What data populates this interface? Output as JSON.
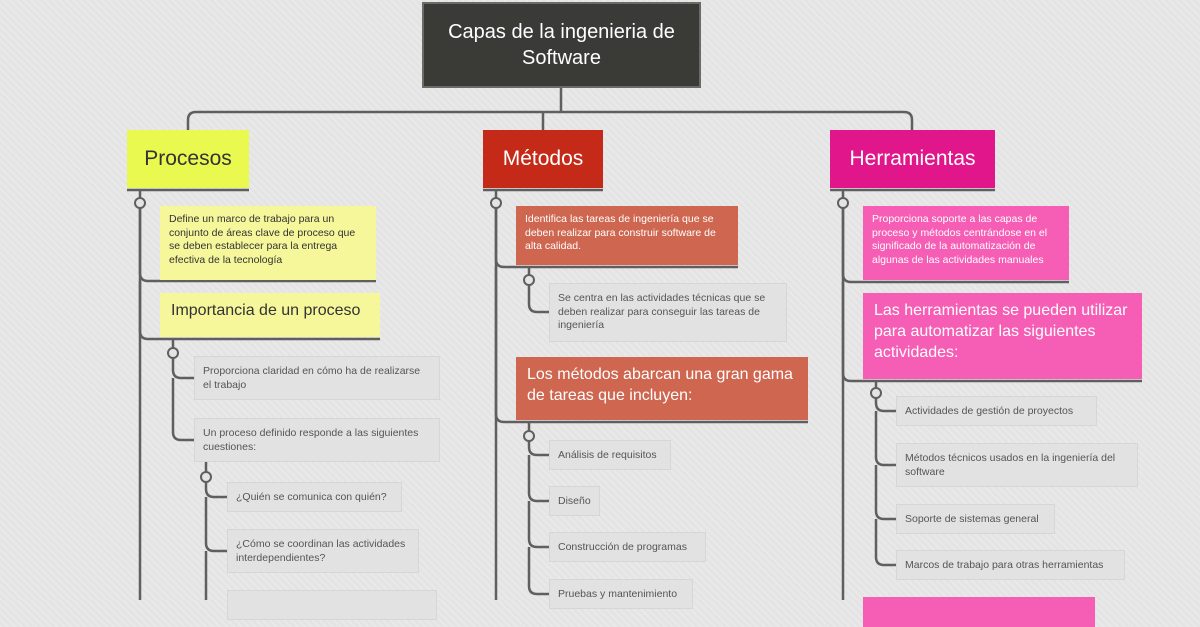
{
  "root": {
    "title": "Capas de la ingenieria de Software"
  },
  "colors": {
    "root": "#3a3a37",
    "procesos": "#e9f94f",
    "metodos": "#c42a17",
    "herramientas": "#e0168a",
    "yellow_note": "#f6f79b",
    "red_note": "#cf6650",
    "pink_note": "#f65db5"
  },
  "procesos": {
    "title": "Procesos",
    "definition": "Define un marco de trabajo para un conjunto de áreas clave de proceso que se deben establecer para la entrega efectiva de la tecnología",
    "importance": {
      "title": "Importancia de un proceso",
      "items": [
        "Proporciona claridad en cómo ha de realizarse el trabajo",
        "Un proceso definido responde a las siguientes cuestiones:"
      ],
      "questions": [
        "¿Quién se comunica con quién?",
        "¿Cómo se coordinan las actividades interdependientes?"
      ]
    }
  },
  "metodos": {
    "title": "Métodos",
    "definition": "Identifica las tareas de ingeniería que se deben realizar para construir software de alta calidad.",
    "focus": "Se centra en las actividades técnicas que se deben realizar para conseguir las tareas de ingeniería",
    "tasks_title": "Los métodos abarcan una gran gama de tareas que incluyen:",
    "tasks": [
      "Análisis de requisitos",
      "Diseño",
      "Construcción de programas",
      "Pruebas y mantenimiento"
    ]
  },
  "herramientas": {
    "title": "Herramientas",
    "definition": "Proporciona soporte a las capas de proceso y métodos centrándose en el significado de la automatización de algunas de las actividades manuales",
    "uses_title": "Las herramientas se pueden utilizar para automatizar las siguientes actividades:",
    "uses": [
      "Actividades de gestión de proyectos",
      "Métodos técnicos usados en la ingeniería del software",
      "Soporte de sistemas general",
      "Marcos de trabajo para otras herramientas"
    ]
  }
}
